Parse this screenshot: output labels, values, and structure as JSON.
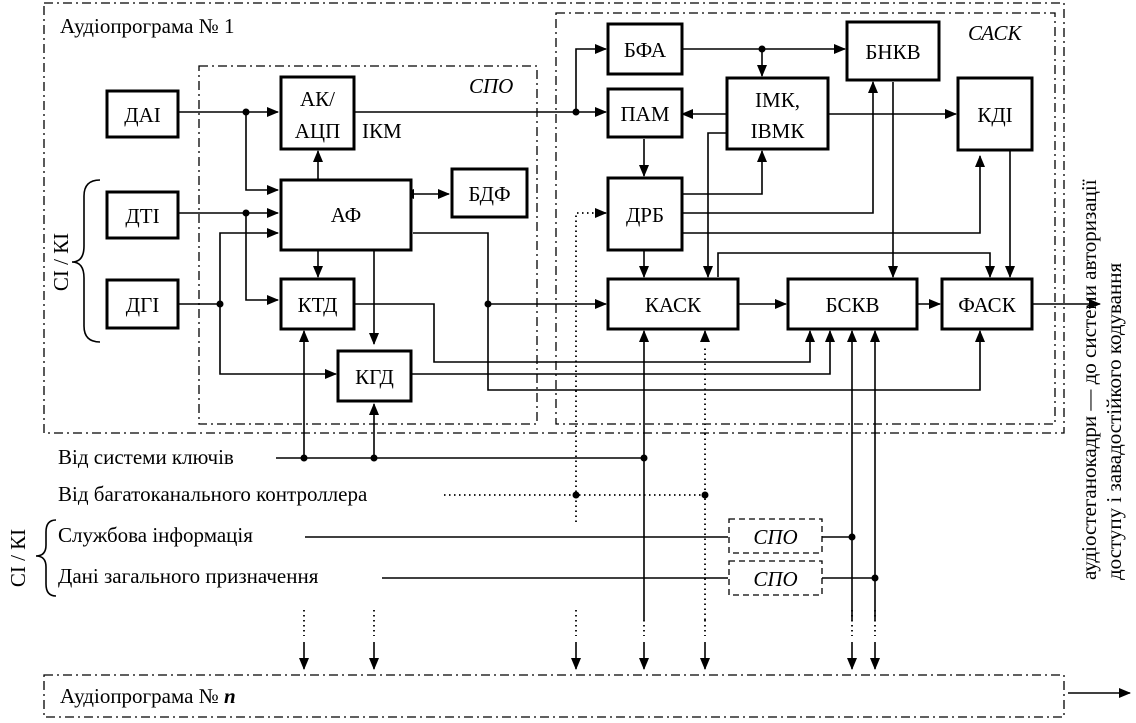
{
  "program1": {
    "title": "Аудіопрограма  № 1"
  },
  "programN": {
    "prefix": "Аудіопрограма  № ",
    "n": "n"
  },
  "regions": {
    "spo": "СПО",
    "sask": "САСК"
  },
  "blocks": {
    "dai": "ДАІ",
    "dti": "ДТІ",
    "dgi": "ДГІ",
    "ak_line1": "АК/",
    "ak_line2": "АЦП",
    "af": "АФ",
    "bdf": "БДФ",
    "ktd": "КТД",
    "kgd": "КГД",
    "bfa": "БФА",
    "bnkv": "БНКВ",
    "pam": "ПАМ",
    "imk_line1": "ІМК,",
    "imk_line2": "ІВМК",
    "kdi": "КДІ",
    "drb": "ДРБ",
    "kask": "КАСК",
    "bskv": "БСКВ",
    "fask": "ФАСК",
    "spo_service": "СПО",
    "spo_general": "СПО"
  },
  "labels": {
    "ikm": "ІКМ",
    "si_ki_top": "СІ / КІ",
    "si_ki_bottom": "СІ / КІ",
    "from_keys": "Від системи ключів",
    "from_controller": "Від багатоканального контроллера",
    "service_info": "Службова інформація",
    "general_data": "Дані загального призначення",
    "output_line1": "аудіостеганокадри — до системи авторизації",
    "output_line2": "доступу і завадостійкого кодування"
  }
}
